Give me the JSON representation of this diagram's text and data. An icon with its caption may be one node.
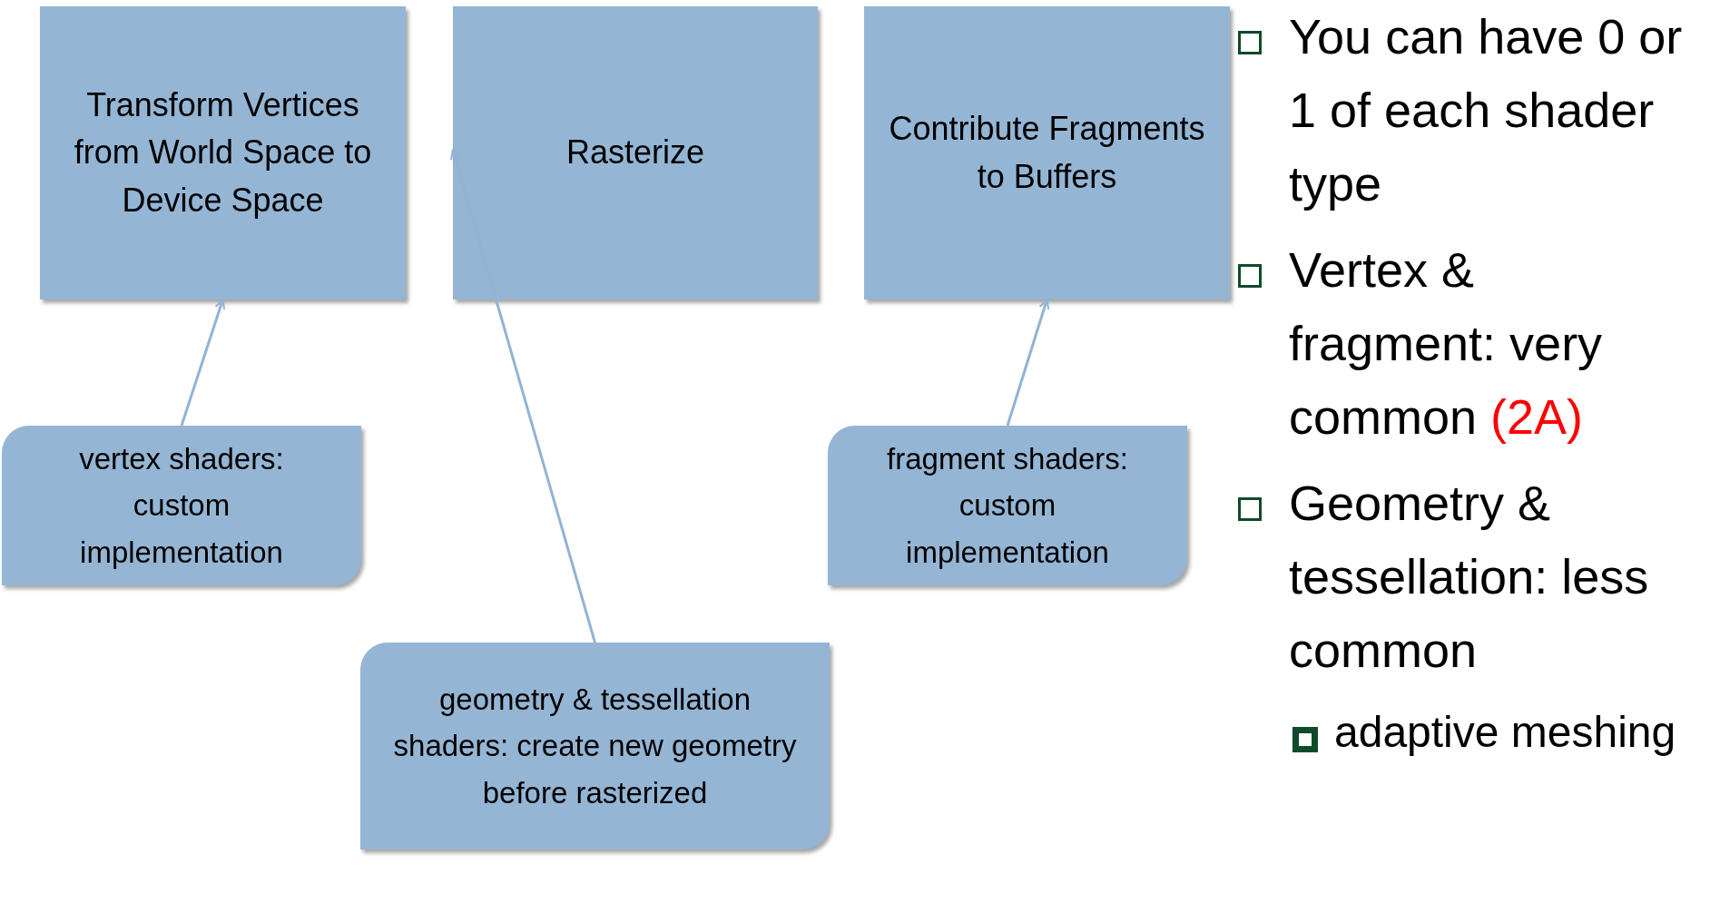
{
  "diagram": {
    "nodes": [
      {
        "text": [
          "Transform Vertices from World Space to Device Space"
        ]
      },
      {
        "text": [
          "Rasterize"
        ]
      },
      {
        "text": [
          "Contribute Fragments to Buffers"
        ]
      },
      {
        "text": [
          "vertex shaders: custom implementation"
        ]
      },
      {
        "text": [
          "geometry & tessellation shaders: create new geometry before rasterized"
        ]
      },
      {
        "text": [
          "fragment shaders: custom implementation"
        ]
      }
    ],
    "edges": [
      {
        "from": 3,
        "to": 0,
        "arrow": "to"
      },
      {
        "from": 4,
        "to": 1,
        "arrow": "to"
      },
      {
        "from": 5,
        "to": 2,
        "arrow": "to"
      }
    ],
    "labels": [
      "You can have 0 or 1 of each shader type",
      "Vertex & fragment: very common",
      "(2A)",
      "Geometry & tessellation: less common",
      "adaptive meshing"
    ]
  }
}
